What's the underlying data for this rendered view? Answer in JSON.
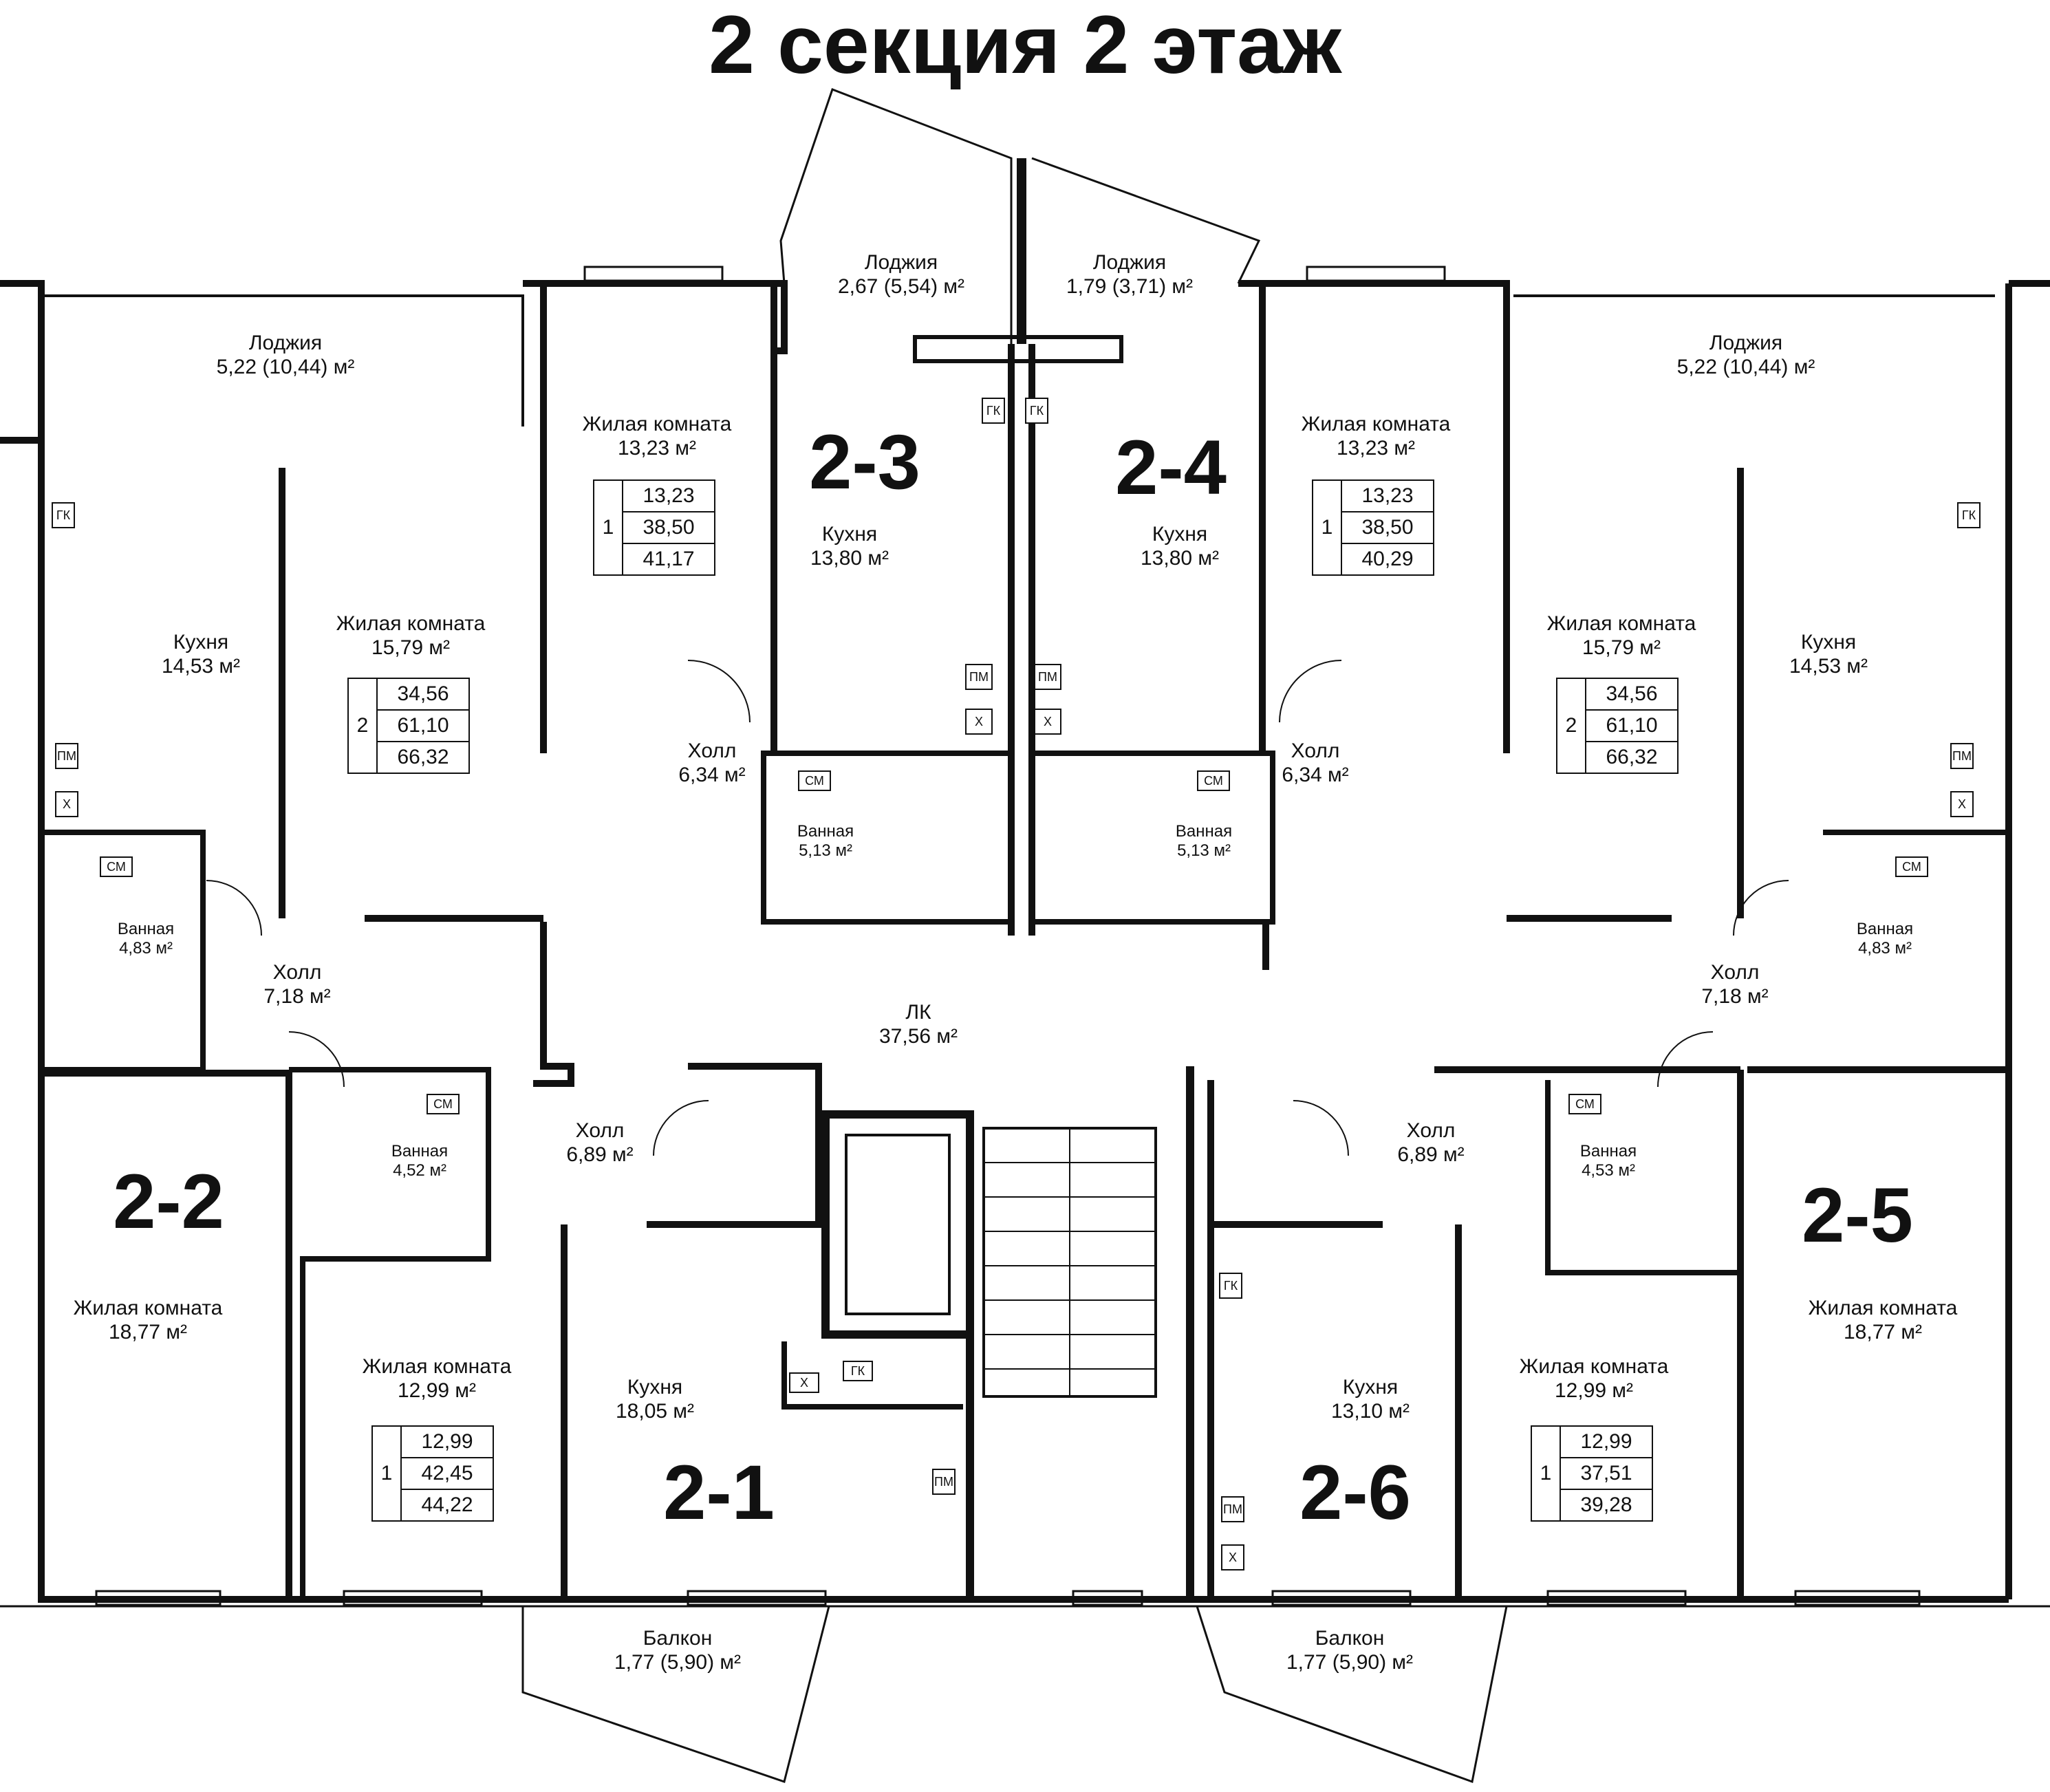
{
  "title": "2 секция 2 этаж",
  "apartments": [
    {
      "id": "2-1",
      "rooms": "1",
      "areas": [
        "12,99",
        "42,45",
        "44,22"
      ]
    },
    {
      "id": "2-2",
      "rooms": "",
      "areas": []
    },
    {
      "id": "2-3",
      "rooms": "1",
      "areas": [
        "13,23",
        "38,50",
        "41,17"
      ]
    },
    {
      "id": "2-4",
      "rooms": "1",
      "areas": [
        "13,23",
        "38,50",
        "40,29"
      ]
    },
    {
      "id": "2-5",
      "rooms": "",
      "areas": []
    },
    {
      "id": "2-6",
      "rooms": "1",
      "areas": [
        "12,99",
        "37,51",
        "39,28"
      ]
    },
    {
      "id": "2-2 / 2-5",
      "rooms": "2",
      "areas": [
        "34,56",
        "61,10",
        "66,32"
      ]
    }
  ],
  "rooms": [
    {
      "name": "Лоджия",
      "area": "5,22 (10,44) м²"
    },
    {
      "name": "Лоджия",
      "area": "2,67 (5,54) м²"
    },
    {
      "name": "Лоджия",
      "area": "1,79 (3,71) м²"
    },
    {
      "name": "Лоджия",
      "area": "5,22 (10,44) м²"
    },
    {
      "name": "Жилая комната",
      "area": "13,23 м²"
    },
    {
      "name": "Кухня",
      "area": "13,80 м²"
    },
    {
      "name": "Кухня",
      "area": "13,80 м²"
    },
    {
      "name": "Жилая комната",
      "area": "13,23 м²"
    },
    {
      "name": "Кухня",
      "area": "14,53 м²"
    },
    {
      "name": "Жилая комната",
      "area": "15,79 м²"
    },
    {
      "name": "Жилая комната",
      "area": "15,79 м²"
    },
    {
      "name": "Кухня",
      "area": "14,53 м²"
    },
    {
      "name": "Холл",
      "area": "6,34 м²"
    },
    {
      "name": "Холл",
      "area": "6,34 м²"
    },
    {
      "name": "Ванная",
      "area": "5,13 м²"
    },
    {
      "name": "Ванная",
      "area": "5,13 м²"
    },
    {
      "name": "Ванная",
      "area": "4,83 м²"
    },
    {
      "name": "Ванная",
      "area": "4,83 м²"
    },
    {
      "name": "Холл",
      "area": "7,18 м²"
    },
    {
      "name": "ЛК",
      "area": "37,56 м²"
    },
    {
      "name": "Холл",
      "area": "7,18 м²"
    },
    {
      "name": "Холл",
      "area": "6,89 м²"
    },
    {
      "name": "Холл",
      "area": "6,89 м²"
    },
    {
      "name": "Ванная",
      "area": "4,52 м²"
    },
    {
      "name": "Ванная",
      "area": "4,53 м²"
    },
    {
      "name": "Жилая комната",
      "area": "18,77 м²"
    },
    {
      "name": "Жилая комната",
      "area": "18,77 м²"
    },
    {
      "name": "Жилая комната",
      "area": "12,99 м²"
    },
    {
      "name": "Кухня",
      "area": "18,05 м²"
    },
    {
      "name": "Кухня",
      "area": "13,10 м²"
    },
    {
      "name": "Жилая комната",
      "area": "12,99 м²"
    },
    {
      "name": "Балкон",
      "area": "1,77 (5,90) м²"
    },
    {
      "name": "Балкон",
      "area": "1,77 (5,90) м²"
    }
  ],
  "fixtures": {
    "gas_boiler": "ГК",
    "dishwasher": "ПМ",
    "fridge": "Х",
    "washer": "СМ"
  }
}
